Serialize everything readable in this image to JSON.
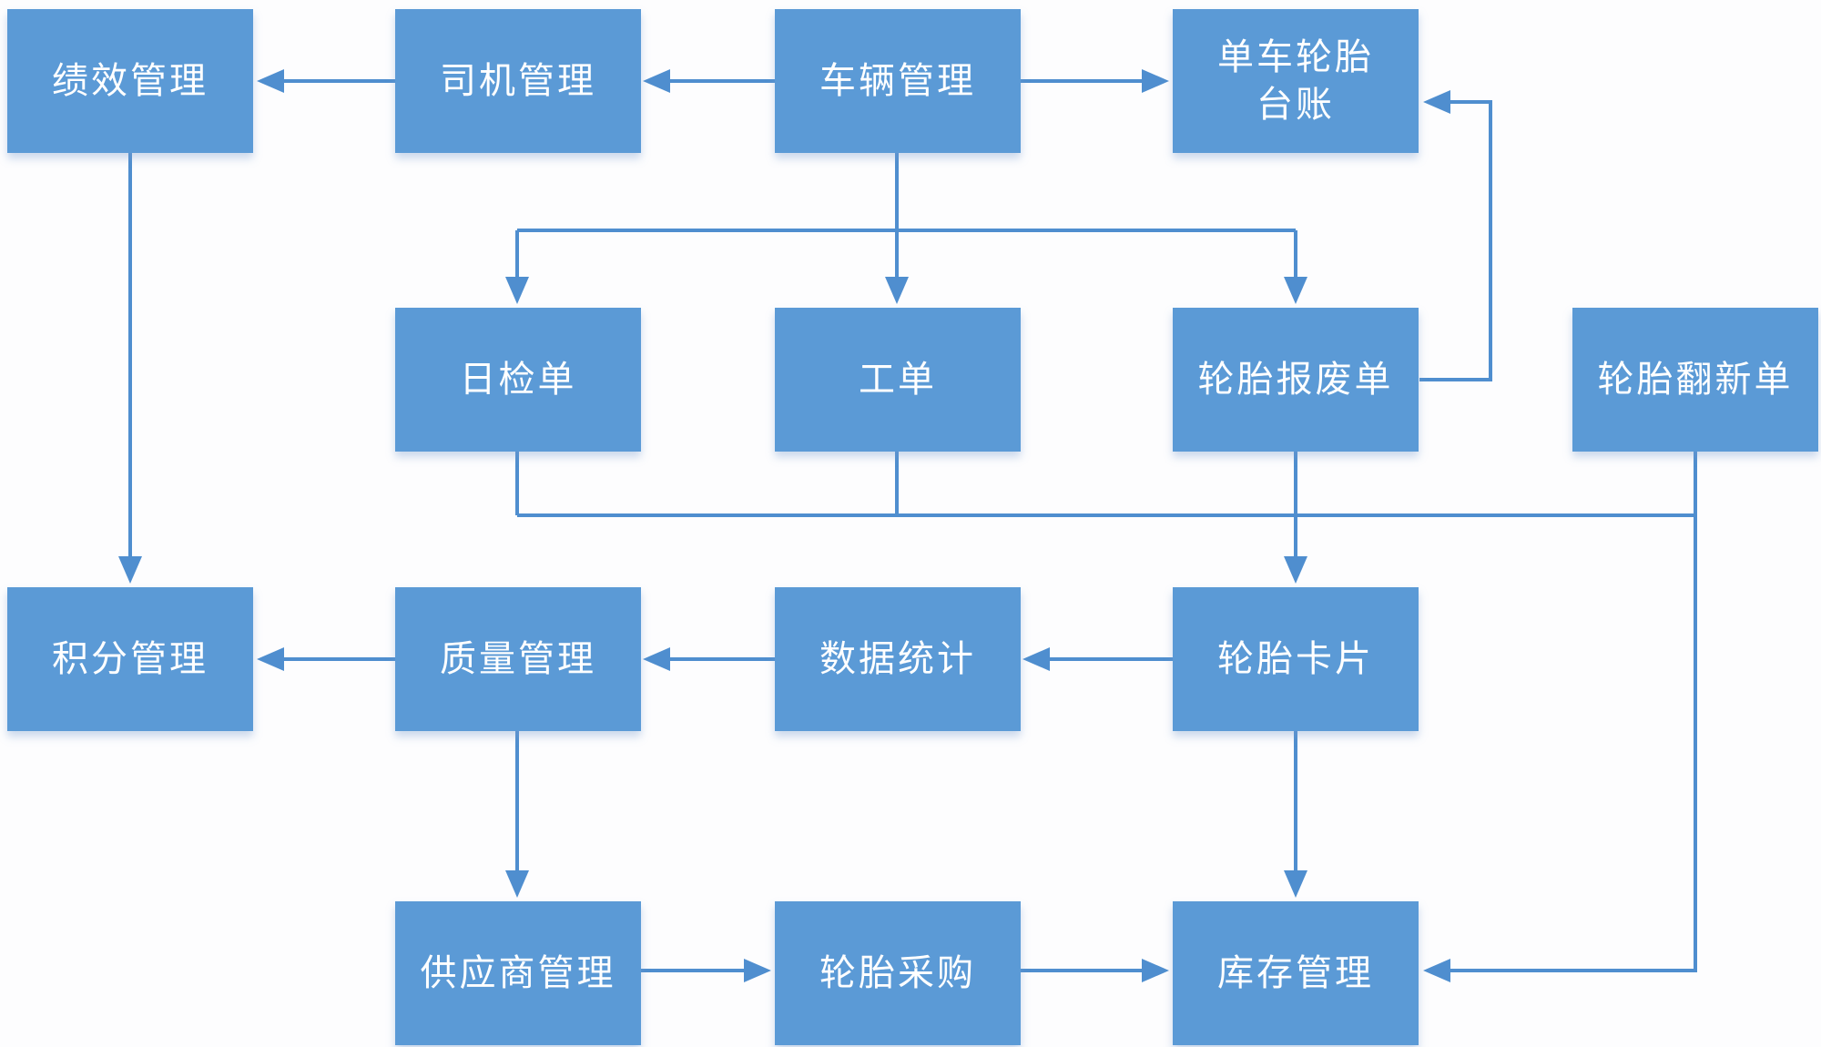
{
  "diagram": {
    "type": "flowchart",
    "language": "zh-CN",
    "colors": {
      "node_fill": "#5b9ad6",
      "connector": "#4f8ecf",
      "node_text": "#ffffff",
      "background": "#fdfdfe"
    },
    "nodes": [
      {
        "id": "performance",
        "label": "绩效管理"
      },
      {
        "id": "driver",
        "label": "司机管理"
      },
      {
        "id": "vehicle",
        "label": "车辆管理"
      },
      {
        "id": "ledger",
        "label": "单车轮胎台账"
      },
      {
        "id": "daily-check",
        "label": "日检单"
      },
      {
        "id": "work-order",
        "label": "工单"
      },
      {
        "id": "scrap-order",
        "label": "轮胎报废单"
      },
      {
        "id": "retread-order",
        "label": "轮胎翻新单"
      },
      {
        "id": "points",
        "label": "积分管理"
      },
      {
        "id": "quality",
        "label": "质量管理"
      },
      {
        "id": "stats",
        "label": "数据统计"
      },
      {
        "id": "tire-card",
        "label": "轮胎卡片"
      },
      {
        "id": "supplier",
        "label": "供应商管理"
      },
      {
        "id": "purchase",
        "label": "轮胎采购"
      },
      {
        "id": "inventory",
        "label": "库存管理"
      }
    ],
    "edges": [
      {
        "from": "driver",
        "to": "performance"
      },
      {
        "from": "vehicle",
        "to": "driver"
      },
      {
        "from": "vehicle",
        "to": "ledger"
      },
      {
        "from": "vehicle",
        "to": "daily-check"
      },
      {
        "from": "vehicle",
        "to": "work-order"
      },
      {
        "from": "vehicle",
        "to": "scrap-order"
      },
      {
        "from": "performance",
        "to": "points"
      },
      {
        "from": "scrap-order",
        "to": "ledger"
      },
      {
        "from": "daily-check",
        "to": "tire-card"
      },
      {
        "from": "work-order",
        "to": "tire-card"
      },
      {
        "from": "scrap-order",
        "to": "tire-card"
      },
      {
        "from": "retread-order",
        "to": "tire-card"
      },
      {
        "from": "tire-card",
        "to": "stats"
      },
      {
        "from": "stats",
        "to": "quality"
      },
      {
        "from": "quality",
        "to": "points"
      },
      {
        "from": "quality",
        "to": "supplier"
      },
      {
        "from": "tire-card",
        "to": "inventory"
      },
      {
        "from": "supplier",
        "to": "purchase"
      },
      {
        "from": "purchase",
        "to": "inventory"
      },
      {
        "from": "retread-order",
        "to": "inventory"
      }
    ]
  }
}
